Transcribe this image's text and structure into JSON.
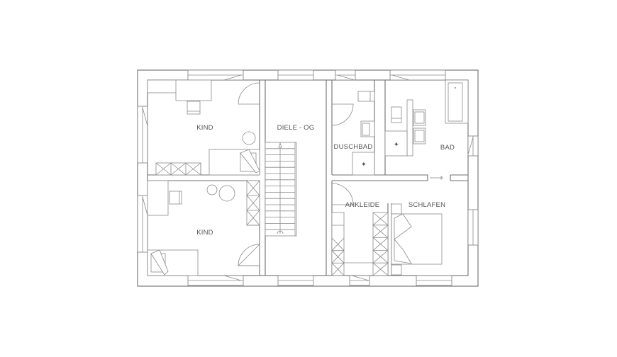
{
  "rooms": {
    "kind_top": "KIND",
    "kind_bottom": "KIND",
    "diele": "DIELE - OG",
    "duschbad": "DUSCHBAD",
    "bad": "BAD",
    "ankleide": "ANKLEIDE",
    "schlafen": "SCHLAFEN"
  },
  "colors": {
    "line": "#6f6f6f",
    "text": "#555555",
    "background": "#ffffff"
  }
}
